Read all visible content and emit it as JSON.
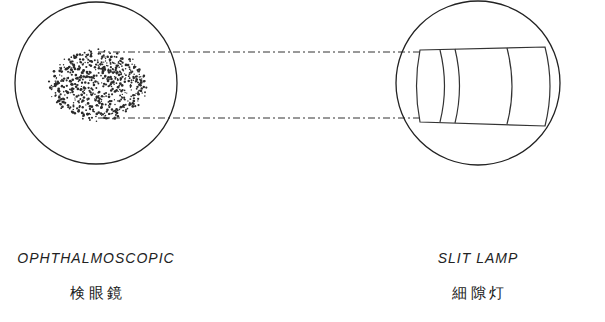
{
  "diagram": {
    "nodes": [
      {
        "text": [
          "OPHTHALMOSCOPIC",
          "検 眼 鏡"
        ]
      },
      {
        "text": [
          "SLIT LAMP",
          "細 隙 灯"
        ]
      }
    ]
  }
}
